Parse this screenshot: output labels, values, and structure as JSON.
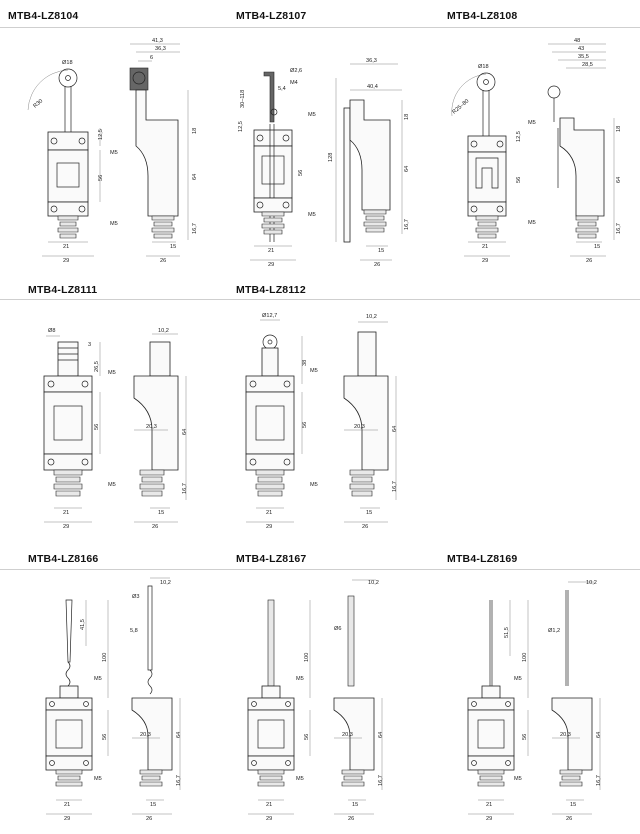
{
  "sections": [
    {
      "title": "MTB4-LZ8104"
    },
    {
      "title": "MTB4-LZ8107"
    },
    {
      "title": "MTB4-LZ8108"
    },
    {
      "title": "MTB4-LZ8111"
    },
    {
      "title": "MTB4-LZ8112"
    },
    {
      "title": "MTB4-LZ8166"
    },
    {
      "title": "MTB4-LZ8167"
    },
    {
      "title": "MTB4-LZ8169"
    }
  ],
  "dims": {
    "d8104": {
      "w41": "41,3",
      "w36": "36,3",
      "w6": "6",
      "phi18": "Ø18",
      "r30": "R30",
      "h125": "12,5",
      "h18": "18",
      "m5a": "M5",
      "h56": "56",
      "h64": "64",
      "m5b": "M5",
      "h167": "16,7",
      "w21": "21",
      "w15": "15",
      "w29": "29",
      "w26": "26"
    },
    "d8107": {
      "w54": "5,4",
      "phi26": "Ø2,6",
      "m4": "M4",
      "h30118": "30–118",
      "h125": "12,5",
      "m5a": "M5",
      "w363": "36,3",
      "w404": "40,4",
      "h18": "18",
      "h128": "128",
      "h56": "56",
      "h64": "64",
      "m5b": "M5",
      "h167": "16,7",
      "w21": "21",
      "w15": "15",
      "w29": "29",
      "w26": "26"
    },
    "d8108": {
      "w48": "48",
      "w43": "43",
      "w355": "35,5",
      "w285": "28,5",
      "phi18": "Ø18",
      "r2580": "R25–80",
      "h125": "12,5",
      "m5a": "M5",
      "h18": "18",
      "h56": "56",
      "h64": "64",
      "m5b": "M5",
      "h167": "16,7",
      "w21": "21",
      "w15": "15",
      "w29": "29",
      "w26": "26"
    },
    "d8111": {
      "phi8": "Ø8",
      "h3": "3",
      "h265": "26,5",
      "m5a": "M5",
      "w102": "10,2",
      "h56": "56",
      "w203": "20,3",
      "h64": "64",
      "m5b": "M5",
      "h167": "16,7",
      "w21": "21",
      "w15": "15",
      "w29": "29",
      "w26": "26"
    },
    "d8112": {
      "phi127": "Ø12,7",
      "h38": "38",
      "m5a": "M5",
      "w102": "10,2",
      "h56": "56",
      "w203": "20,3",
      "h64": "64",
      "m5b": "M5",
      "h167": "16,7",
      "w21": "21",
      "w15": "15",
      "w29": "29",
      "w26": "26"
    },
    "d8166": {
      "phi3": "Ø3",
      "w102": "10,2",
      "h415": "41,5",
      "w58": "5,8",
      "h100": "100",
      "m5a": "M5",
      "h56": "56",
      "w203": "20,3",
      "h64": "64",
      "m5b": "M5",
      "h167": "16,7",
      "w21": "21",
      "w15": "15",
      "w29": "29",
      "w26": "26"
    },
    "d8167": {
      "w102": "10,2",
      "phi6": "Ø6",
      "h100": "100",
      "m5a": "M5",
      "h56": "56",
      "w203": "20,3",
      "h64": "64",
      "m5b": "M5",
      "h167": "16,7",
      "w21": "21",
      "w15": "15",
      "w29": "29",
      "w26": "26"
    },
    "d8169": {
      "w102": "10,2",
      "h515": "51,5",
      "phi12": "Ø1,2",
      "h100": "100",
      "m5a": "M5",
      "h56": "56",
      "w203": "20,3",
      "h64": "64",
      "m5b": "M5",
      "h167": "16,7",
      "w21": "21",
      "w15": "15",
      "w29": "29",
      "w26": "26"
    }
  }
}
